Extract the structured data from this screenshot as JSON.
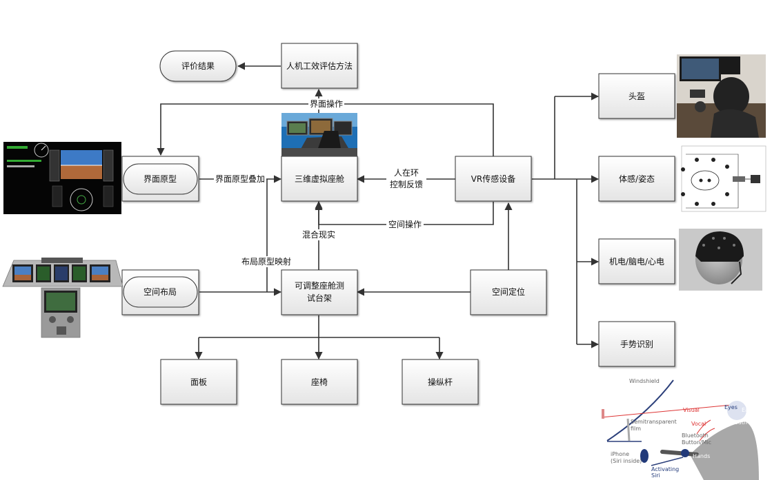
{
  "nodes": {
    "eval_result": "评价结果",
    "ergo_method": "人机工效评估方法",
    "interface_proto": "界面原型",
    "cockpit_3d": "三维虚拟座舱",
    "vr_device": "VR传感设备",
    "space_layout": "空间布局",
    "adjustable_rig_line1": "可调整座舱测",
    "adjustable_rig_line2": "试台架",
    "space_locate": "空间定位",
    "panel": "面板",
    "seat": "座椅",
    "stick": "操纵杆",
    "helmet": "头盔",
    "body_pose": "体感/姿态",
    "bio_signal": "机电/脑电/心电",
    "gesture": "手势识别"
  },
  "edge_labels": {
    "interface_op": "界面操作",
    "overlay": "界面原型叠加",
    "hitl_line1": "人在环",
    "hitl_line2": "控制反馈",
    "space_op": "空间操作",
    "mixed_reality": "混合现实",
    "layout_map": "布局原型映射"
  },
  "illustration": {
    "windshield": "Windshield",
    "visual": "Visual",
    "eyes": "Eyes",
    "ears": "Ears",
    "mouth": "Mouth",
    "semitransparent_1": "Semitransparent",
    "semitransparent_2": "film",
    "vocal": "Vocal",
    "bluetooth_1": "Bluetooth",
    "bluetooth_2": "Button/Mic",
    "iphone_1": "iPhone",
    "iphone_2": "(Siri inside)",
    "hands": "Hands",
    "activating_1": "Activating",
    "activating_2": "Siri"
  }
}
